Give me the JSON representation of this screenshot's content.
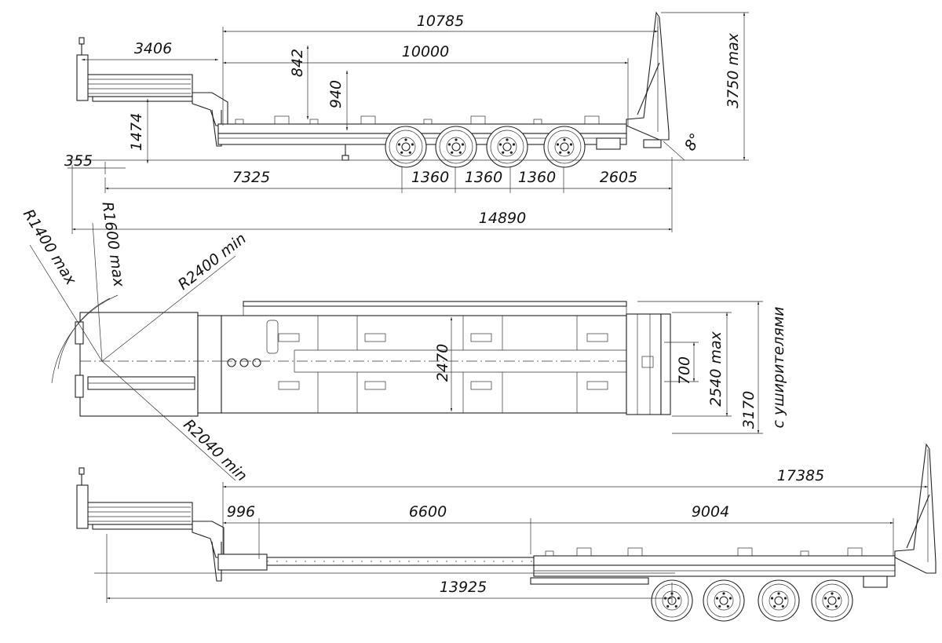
{
  "dimensions": {
    "side_top": {
      "d10785": "10785",
      "d3406": "3406",
      "d10000": "10000",
      "d842": "842",
      "d940": "940",
      "d1474": "1474",
      "d3750": "3750 max",
      "d355": "355",
      "d8": "8°",
      "d7325": "7325",
      "d1360a": "1360",
      "d1360b": "1360",
      "d1360c": "1360",
      "d2605": "2605",
      "d14890": "14890"
    },
    "plan": {
      "r1400": "R1400 max",
      "r1600": "R1600 max",
      "r2400": "R2400 min",
      "r2040": "R2040 min",
      "d2470": "2470",
      "d700": "700",
      "d2540": "2540 max",
      "d3170": "3170",
      "note": "с уширителями"
    },
    "side_bottom": {
      "d17385": "17385",
      "d996": "996",
      "d6600": "6600",
      "d9004": "9004",
      "d13925": "13925"
    }
  }
}
